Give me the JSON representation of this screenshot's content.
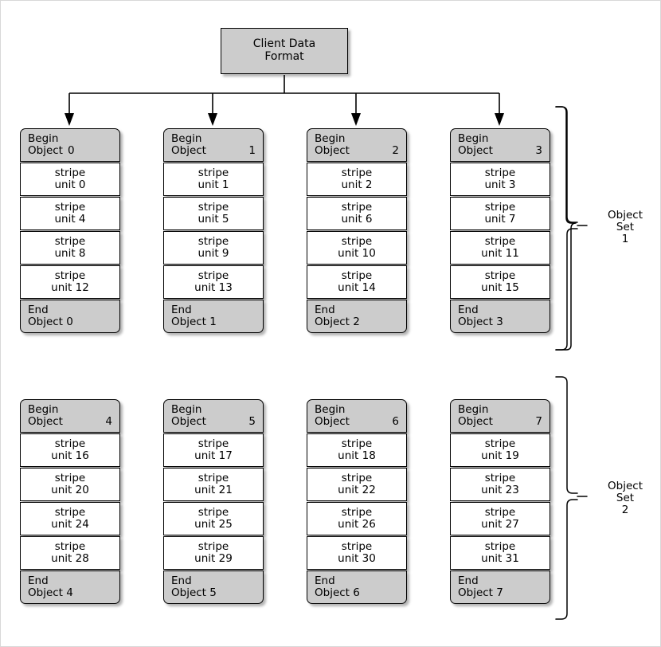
{
  "diagram": {
    "title": "Client Data Format",
    "root": {
      "line1": "Client Data",
      "line2": "Format"
    },
    "colors": {
      "node_fill_header": "#cccccc",
      "node_fill_stripe": "#ffffff",
      "stroke": "#000000",
      "background": "#ffffff"
    },
    "columns": [
      {
        "begin_label": "Begin",
        "begin_object_word": "Object",
        "begin_number": "0",
        "begin_tight": true,
        "stripes": [
          {
            "line1": "stripe",
            "line2": "unit 0"
          },
          {
            "line1": "stripe",
            "line2": "unit 4"
          },
          {
            "line1": "stripe",
            "line2": "unit 8"
          },
          {
            "line1": "stripe",
            "line2": "unit 12"
          }
        ],
        "end_label": "End",
        "end_object": "Object 0"
      },
      {
        "begin_label": "Begin",
        "begin_object_word": "Object",
        "begin_number": "1",
        "begin_tight": false,
        "stripes": [
          {
            "line1": "stripe",
            "line2": "unit 1"
          },
          {
            "line1": "stripe",
            "line2": "unit 5"
          },
          {
            "line1": "stripe",
            "line2": "unit 9"
          },
          {
            "line1": "stripe",
            "line2": "unit 13"
          }
        ],
        "end_label": "End",
        "end_object": "Object 1"
      },
      {
        "begin_label": "Begin",
        "begin_object_word": "Object",
        "begin_number": "2",
        "begin_tight": false,
        "stripes": [
          {
            "line1": "stripe",
            "line2": "unit 2"
          },
          {
            "line1": "stripe",
            "line2": "unit 6"
          },
          {
            "line1": "stripe",
            "line2": "unit 10"
          },
          {
            "line1": "stripe",
            "line2": "unit 14"
          }
        ],
        "end_label": "End",
        "end_object": "Object 2"
      },
      {
        "begin_label": "Begin",
        "begin_object_word": "Object",
        "begin_number": "3",
        "begin_tight": false,
        "stripes": [
          {
            "line1": "stripe",
            "line2": "unit 3"
          },
          {
            "line1": "stripe",
            "line2": "unit 7"
          },
          {
            "line1": "stripe",
            "line2": "unit 11"
          },
          {
            "line1": "stripe",
            "line2": "unit 15"
          }
        ],
        "end_label": "End",
        "end_object": "Object 3"
      },
      {
        "begin_label": "Begin",
        "begin_object_word": "Object",
        "begin_number": "4",
        "begin_tight": false,
        "stripes": [
          {
            "line1": "stripe",
            "line2": "unit 16"
          },
          {
            "line1": "stripe",
            "line2": "unit 20"
          },
          {
            "line1": "stripe",
            "line2": "unit 24"
          },
          {
            "line1": "stripe",
            "line2": "unit 28"
          }
        ],
        "end_label": "End",
        "end_object": "Object 4"
      },
      {
        "begin_label": "Begin",
        "begin_object_word": "Object",
        "begin_number": "5",
        "begin_tight": false,
        "stripes": [
          {
            "line1": "stripe",
            "line2": "unit 17"
          },
          {
            "line1": "stripe",
            "line2": "unit 21"
          },
          {
            "line1": "stripe",
            "line2": "unit 25"
          },
          {
            "line1": "stripe",
            "line2": "unit 29"
          }
        ],
        "end_label": "End",
        "end_object": "Object 5"
      },
      {
        "begin_label": "Begin",
        "begin_object_word": "Object",
        "begin_number": "6",
        "begin_tight": false,
        "stripes": [
          {
            "line1": "stripe",
            "line2": "unit 18"
          },
          {
            "line1": "stripe",
            "line2": "unit 22"
          },
          {
            "line1": "stripe",
            "line2": "unit 26"
          },
          {
            "line1": "stripe",
            "line2": "unit 30"
          }
        ],
        "end_label": "End",
        "end_object": "Object 6"
      },
      {
        "begin_label": "Begin",
        "begin_object_word": "Object",
        "begin_number": "7",
        "begin_tight": false,
        "stripes": [
          {
            "line1": "stripe",
            "line2": "unit 19"
          },
          {
            "line1": "stripe",
            "line2": "unit 23"
          },
          {
            "line1": "stripe",
            "line2": "unit 27"
          },
          {
            "line1": "stripe",
            "line2": "unit 31"
          }
        ],
        "end_label": "End",
        "end_object": "Object 7"
      }
    ],
    "sets": [
      {
        "line1": "Object",
        "line2": "Set",
        "line3": "1"
      },
      {
        "line1": "Object",
        "line2": "Set",
        "line3": "2"
      }
    ]
  }
}
